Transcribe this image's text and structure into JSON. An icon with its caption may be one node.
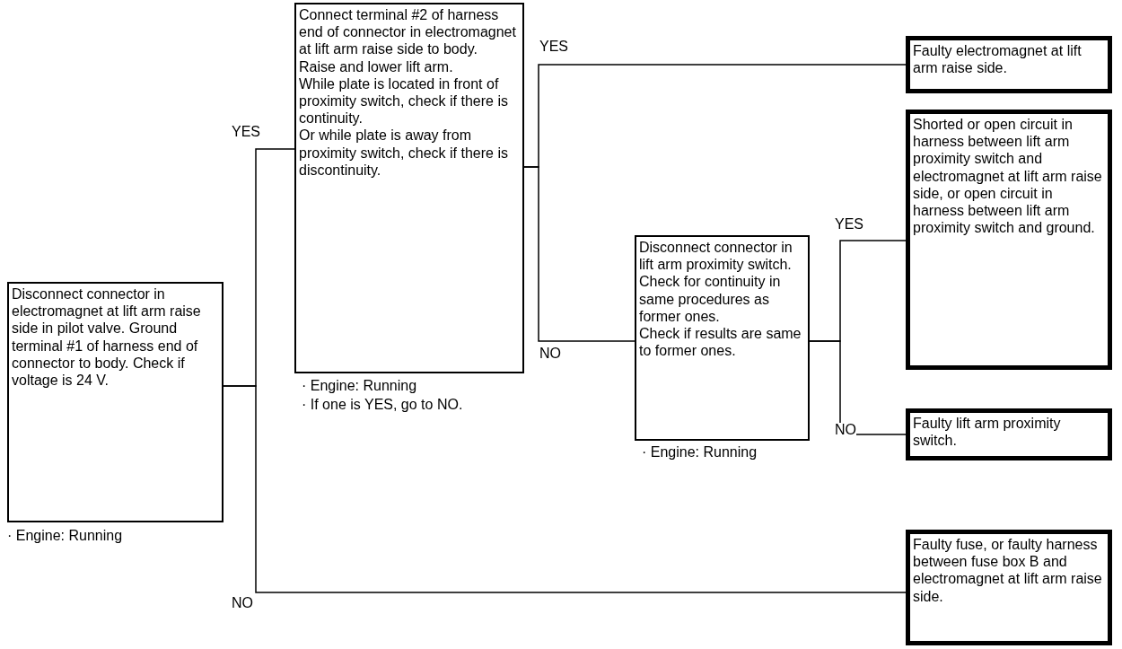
{
  "diagram": {
    "nodes": [
      {
        "text": [
          "Disconnect connector in electromagnet at lift arm raise side in pilot valve. Ground terminal #1 of harness end of connector to body. Check if voltage is 24 V."
        ],
        "beside": [
          "· Engine: Running"
        ]
      },
      {
        "text": [
          "Connect terminal #2 of harness end of connector in electromagnet at lift arm raise side to body.",
          "Raise and lower lift arm.",
          "While plate is located in front of proximity switch, check if there is continuity.",
          "Or while plate is away from proximity switch, check if there is discontinuity."
        ],
        "beside": [
          "· Engine: Running",
          "· If one is YES, go to NO."
        ]
      },
      {
        "text": [
          "Faulty electromagnet at lift arm raise side."
        ]
      },
      {
        "text": [
          "Disconnect connector in lift arm proximity switch.",
          "Check for continuity in same procedures as former ones.",
          "Check if results are same to former ones."
        ],
        "beside": [
          "· Engine: Running"
        ]
      },
      {
        "text": [
          "Shorted or open circuit in harness between lift arm proximity switch and electromagnet at lift arm raise side, or open circuit in harness between lift arm proximity switch and ground."
        ]
      },
      {
        "text": [
          "Faulty lift arm proximity switch."
        ]
      },
      {
        "text": [
          "Faulty fuse, or faulty harness between fuse box B and electromagnet at lift arm raise side."
        ]
      }
    ],
    "edges": [
      {
        "from": 0,
        "to": 1,
        "arrow": "none",
        "label": "YES"
      },
      {
        "from": 0,
        "to": 6,
        "arrow": "none",
        "label": "NO"
      },
      {
        "from": 1,
        "to": 2,
        "arrow": "none",
        "label": "YES"
      },
      {
        "from": 1,
        "to": 3,
        "arrow": "none",
        "label": "NO"
      },
      {
        "from": 3,
        "to": 4,
        "arrow": "none",
        "label": "YES"
      },
      {
        "from": 3,
        "to": 5,
        "arrow": "none",
        "label": "NO"
      }
    ]
  }
}
